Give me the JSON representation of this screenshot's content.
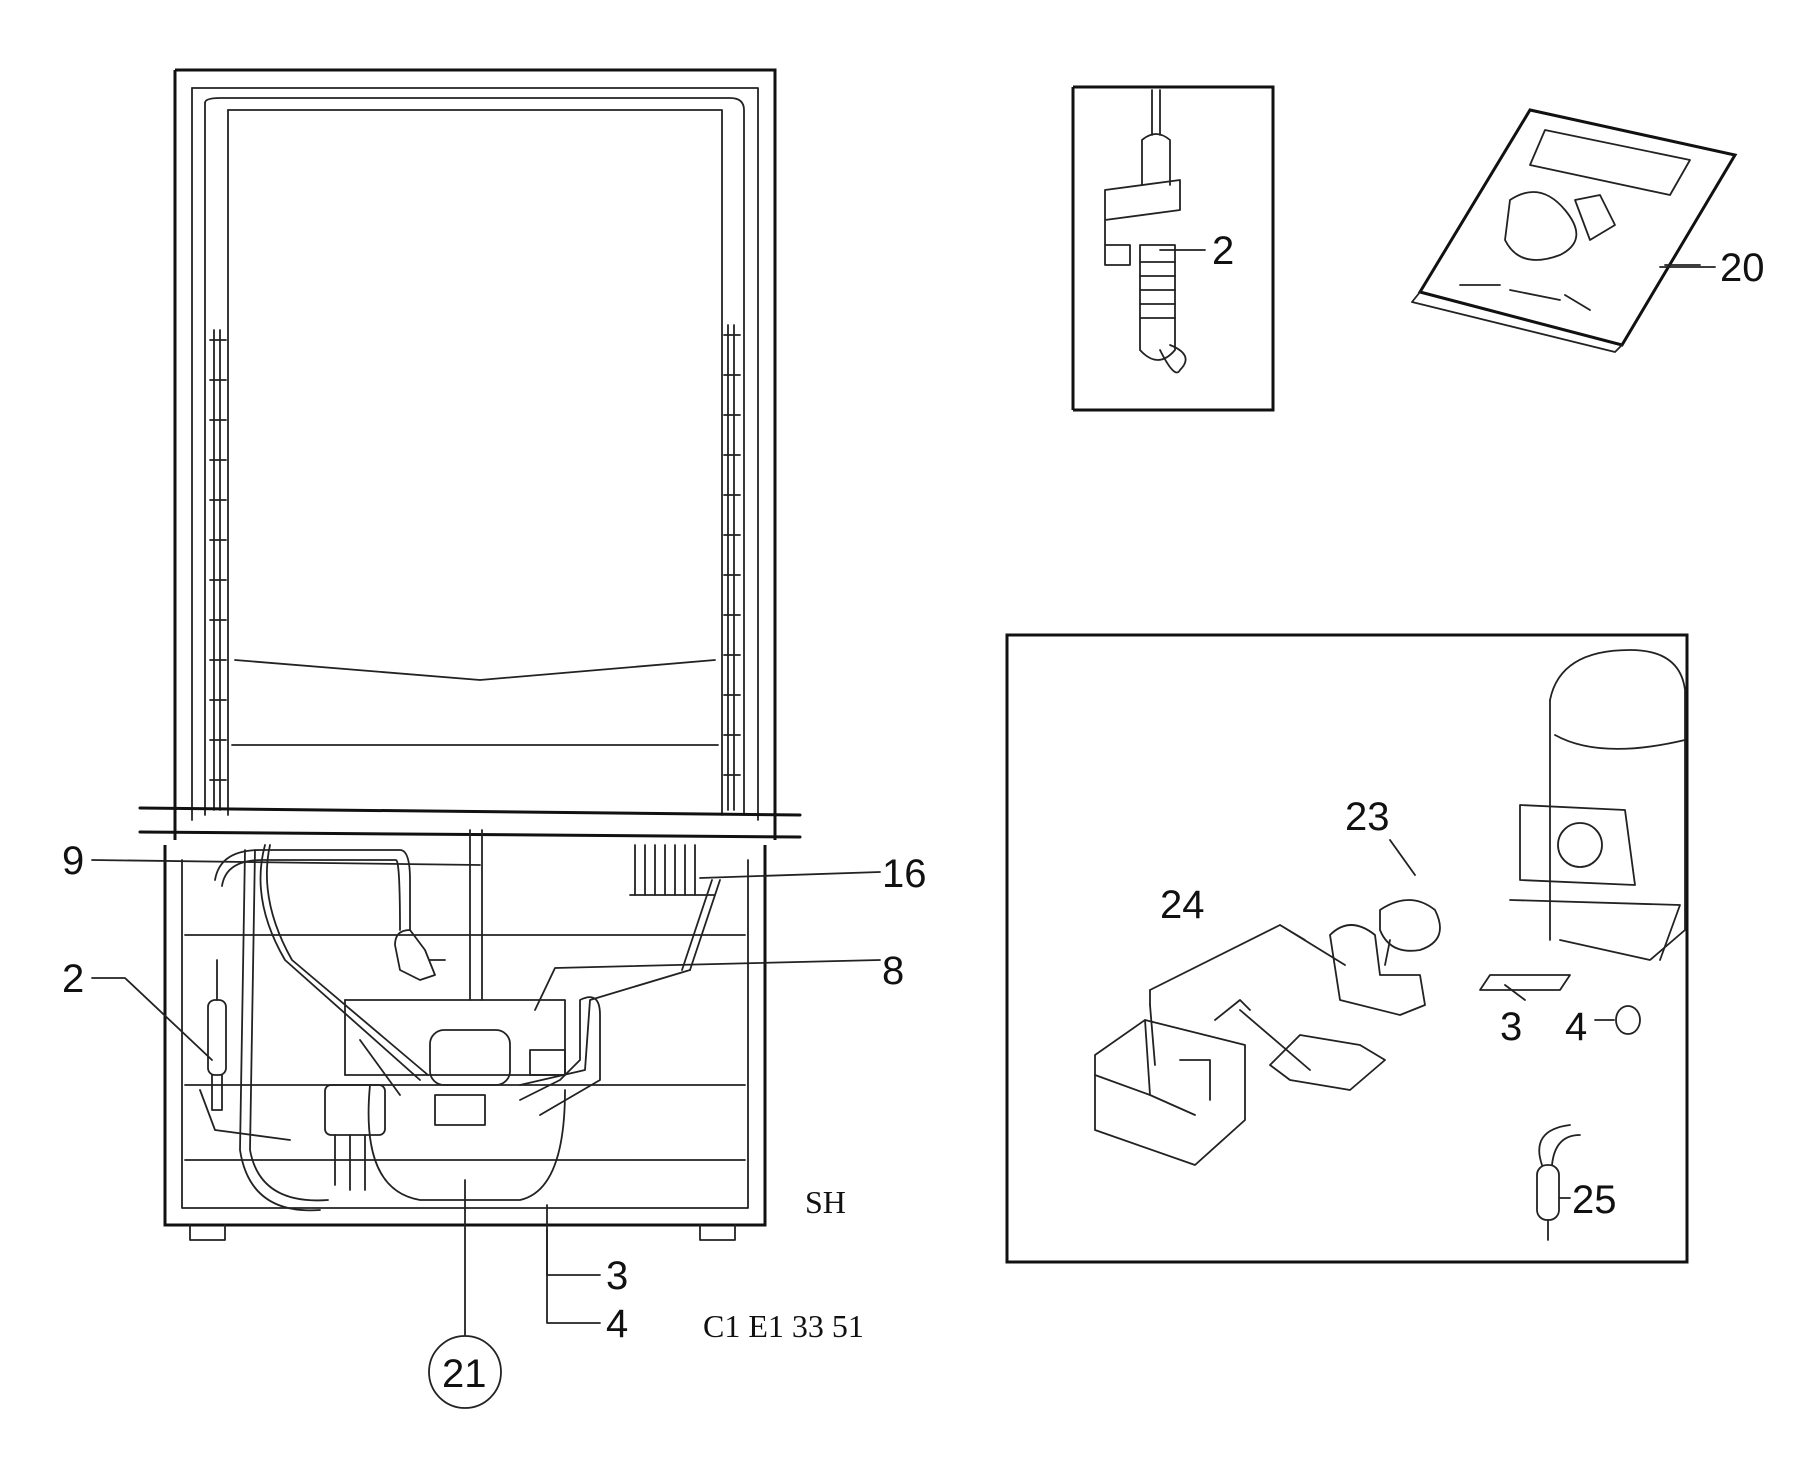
{
  "callouts": {
    "c2_main": "2",
    "c9": "9",
    "c16": "16",
    "c8": "8",
    "c3_main": "3",
    "c4_main": "4",
    "c21": "21",
    "c2_inset": "2",
    "c20": "20",
    "c23": "23",
    "c24": "24",
    "c3_inset": "3",
    "c4_inset": "4",
    "c25": "25"
  },
  "annotations": {
    "sh": "SH",
    "drawing_code": "C1 E1 33 51"
  }
}
